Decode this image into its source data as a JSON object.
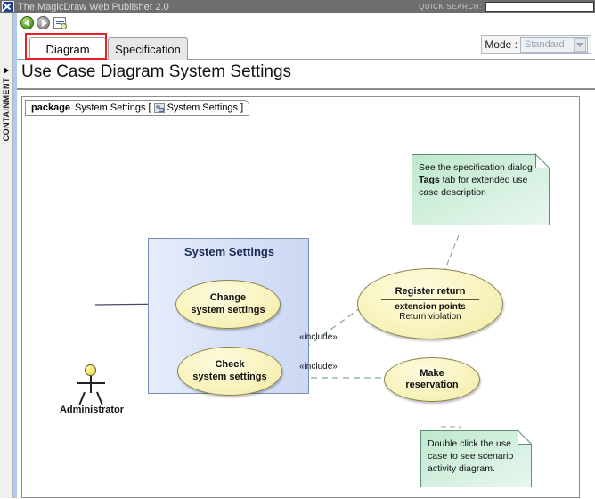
{
  "window": {
    "title": "The MagicDraw Web Publisher 2.0",
    "app_icon": "magicdraw-logo-icon",
    "quick_search_label": "QUICK SEARCH:",
    "quick_search_value": "",
    "quick_search_placeholder": ""
  },
  "rail": {
    "label": "CONTAINMENT",
    "expander_icon": "triangle-right-icon"
  },
  "toolbar": {
    "back_icon": "back-arrow-icon",
    "forward_icon": "forward-arrow-icon",
    "search_doc_icon": "document-search-icon"
  },
  "tabs": [
    {
      "label": "Diagram",
      "active": true
    },
    {
      "label": "Specification",
      "active": false
    }
  ],
  "mode": {
    "label": "Mode :",
    "selected": "Standard",
    "options": [
      "Standard"
    ],
    "disabled": true,
    "arrow_icon": "chevron-down-icon"
  },
  "page": {
    "title": "Use Case Diagram System Settings"
  },
  "diagram": {
    "package_header": {
      "keyword": "package",
      "name": "System Settings",
      "bracket_open": "[",
      "icon": "package-diagram-icon",
      "qualified_name": "System Settings",
      "bracket_close": "]"
    },
    "boundary": {
      "title": "System Settings"
    },
    "actor": {
      "name": "Administrator",
      "icon": "actor-stickman-icon"
    },
    "use_cases": [
      {
        "id": "change-system-settings",
        "lines": [
          "Change",
          "system settings"
        ]
      },
      {
        "id": "check-system-settings",
        "lines": [
          "Check",
          "system settings"
        ]
      },
      {
        "id": "register-return",
        "title": "Register return",
        "compartment_label": "extension points",
        "compartment_items": [
          "Return violation"
        ]
      },
      {
        "id": "make-reservation",
        "lines": [
          "Make",
          "reservation"
        ]
      }
    ],
    "relationships": [
      {
        "label": "«include»"
      },
      {
        "label": "«include»"
      }
    ],
    "notes": [
      {
        "id": "note-tags",
        "segments": [
          {
            "text": "See the specification dialog ",
            "bold": false
          },
          {
            "text": "Tags",
            "bold": true
          },
          {
            "text": " tab for extended use case description",
            "bold": false
          }
        ]
      },
      {
        "id": "note-double-click",
        "segments": [
          {
            "text": "Double click the use case to see scenario activity diagram.",
            "bold": false
          }
        ]
      }
    ]
  },
  "colors": {
    "titlebar": "#6e6e6e",
    "tab_highlight": "#ec1c24",
    "use_case_fill": "#faf5c4",
    "boundary_fill": "#dce4f8",
    "note_fill": "#cfeedb",
    "rail_divider": "#a9ccf5"
  }
}
